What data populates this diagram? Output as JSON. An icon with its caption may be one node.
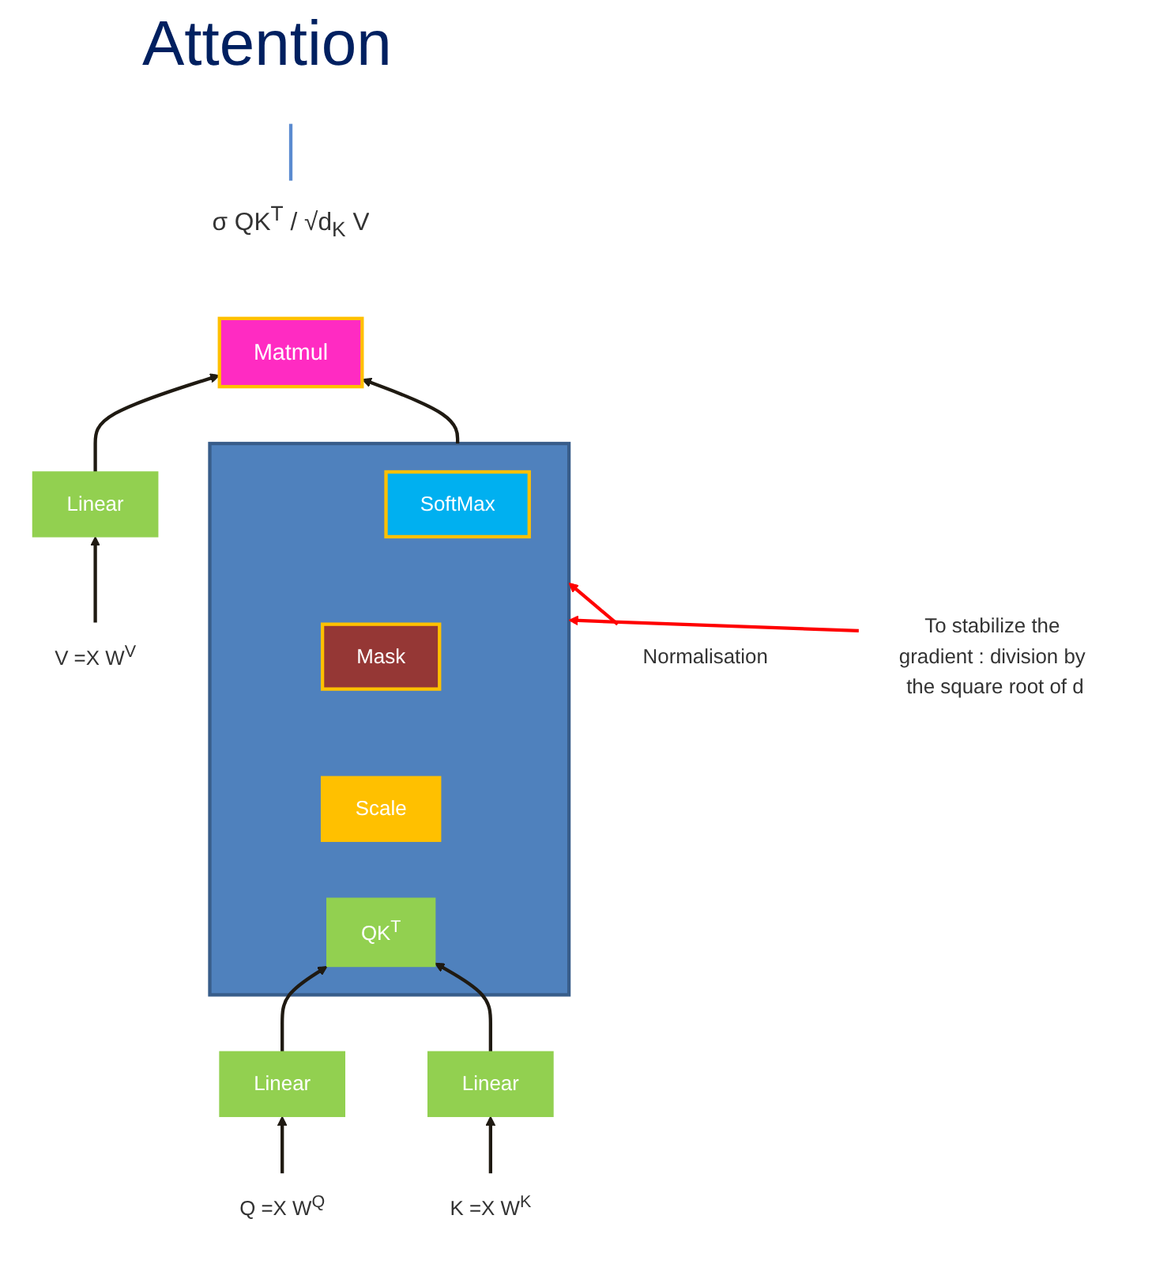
{
  "diagram": {
    "title": "Attention",
    "nodes": [
      {
        "text": [
          "σ QK$^{T}$ / √d$_{K}$ V"
        ]
      },
      {
        "text": [
          "Matmul"
        ]
      },
      {
        "text": [
          "Normalisation"
        ]
      },
      {
        "text": [],
        "shape": "box"
      },
      {
        "text": [
          "SoftMax"
        ],
        "in": 3
      },
      {
        "text": [
          "Mask"
        ],
        "in": 3
      },
      {
        "text": [
          "To stabilize the gradient : division by the square root of d"
        ]
      },
      {
        "text": [
          "Scale"
        ],
        "in": 3
      },
      {
        "text": [
          "QK$^{T}$"
        ],
        "in": 3
      },
      {
        "text": [
          "Linear"
        ]
      },
      {
        "text": [
          "Linear"
        ]
      },
      {
        "text": [
          "Linear"
        ]
      },
      {
        "text": [
          "Q =X W$^{Q}$"
        ]
      },
      {
        "text": [
          "K =X W$^{K}$"
        ]
      },
      {
        "text": [
          "V =X W$^{V}$"
        ]
      }
    ],
    "edges": [
      {
        "from": 0,
        "to": null,
        "arrow": "none",
        "color": "#5b8bd0"
      },
      {
        "from": 3,
        "to": 1,
        "arrow": "to"
      },
      {
        "from": 11,
        "to": 1,
        "arrow": "to"
      },
      {
        "from": 2,
        "to": 3,
        "arrow": "to",
        "color": "#ff0000"
      },
      {
        "from": 6,
        "to": 3,
        "arrow": "to",
        "color": "#ff0000"
      },
      {
        "from": 9,
        "to": 8,
        "arrow": "to"
      },
      {
        "from": 10,
        "to": 8,
        "arrow": "to"
      },
      {
        "from": 12,
        "to": 9,
        "arrow": "to"
      },
      {
        "from": 13,
        "to": 10,
        "arrow": "to"
      },
      {
        "from": 14,
        "to": 11,
        "arrow": "to"
      }
    ]
  }
}
